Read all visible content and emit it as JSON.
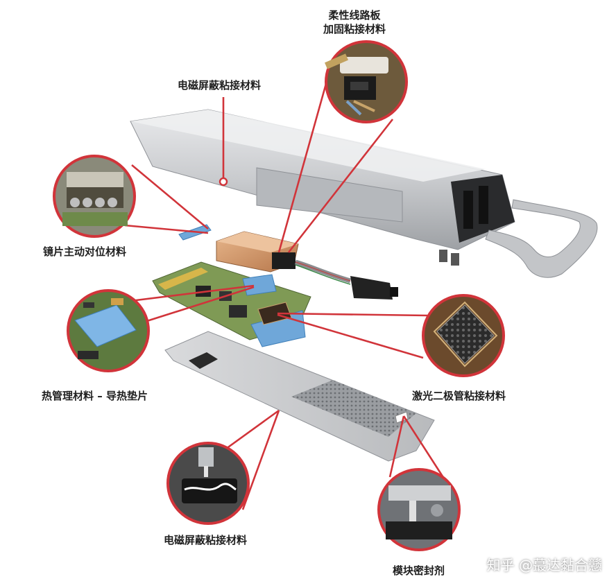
{
  "labels": {
    "flex_pcb_line1": "柔性线路板",
    "flex_pcb_line2": "加固粘接材料",
    "emi_top": "电磁屏蔽粘接材料",
    "lens": "镜片主动对位材料",
    "thermal": "热管理材料 – 导热垫片",
    "laser": "激光二极管粘接材料",
    "emi_bottom": "电磁屏蔽粘接材料",
    "sealant": "模块密封剂"
  },
  "watermark": "知乎 @蕞达黏合戆",
  "colors": {
    "callout": "#d1343a",
    "housing": "#c7c9cc",
    "copper": "#c98d5e",
    "pcb": "#7f9a55",
    "thermal_pad": "#6fa7d9"
  }
}
